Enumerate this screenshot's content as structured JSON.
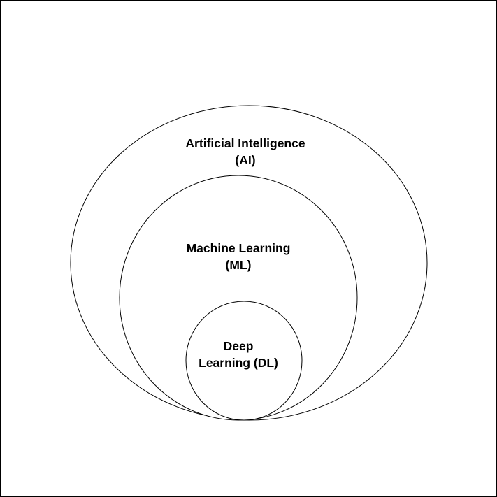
{
  "diagram": {
    "type": "nested-sets",
    "stroke_color": "#000000",
    "fill_color": "#ffffff",
    "sets": [
      {
        "id": "ai",
        "line1": "Artificial Intelligence",
        "line2": "(AI)"
      },
      {
        "id": "ml",
        "line1": "Machine Learning",
        "line2": "(ML)"
      },
      {
        "id": "dl",
        "line1": "Deep",
        "line2": "Learning (DL)"
      }
    ]
  }
}
